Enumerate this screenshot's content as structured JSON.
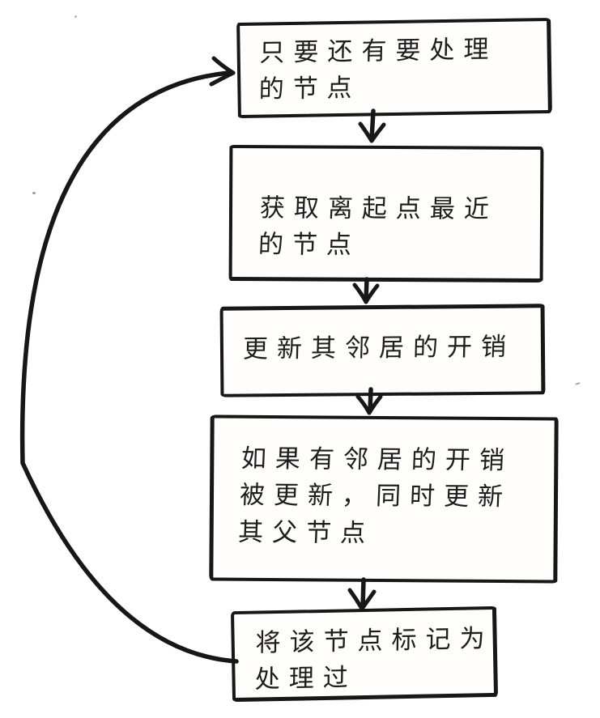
{
  "diagram": {
    "type": "flowchart",
    "style": "hand-drawn-sketch",
    "ink_color": "#171717",
    "paper_color": "#ffffff",
    "boxes": [
      {
        "id": "while-nodes-remain",
        "text": "只要还有要处理的节点",
        "lines": [
          "只要还有要处理",
          "的节点"
        ]
      },
      {
        "id": "get-closest-node",
        "text": "获取离起点最近的节点",
        "lines": [
          "获取离起点最近",
          "的节点"
        ]
      },
      {
        "id": "update-neighbor-costs",
        "text": "更新其邻居的开销",
        "lines": [
          "更新其邻居的开销"
        ]
      },
      {
        "id": "update-parent-node",
        "text": "如果有邻居的开销被更新，同时更新其父节点",
        "lines": [
          "如果有邻居的开销",
          "被更新，同时更新",
          "其父节点"
        ]
      },
      {
        "id": "mark-node-processed",
        "text": "将该节点标记为处理过",
        "lines": [
          "将该节点标记为",
          "处理过"
        ]
      }
    ],
    "edges": [
      {
        "from": "while-nodes-remain",
        "to": "get-closest-node",
        "kind": "arrow-down"
      },
      {
        "from": "get-closest-node",
        "to": "update-neighbor-costs",
        "kind": "arrow-down"
      },
      {
        "from": "update-neighbor-costs",
        "to": "update-parent-node",
        "kind": "arrow-down"
      },
      {
        "from": "update-parent-node",
        "to": "mark-node-processed",
        "kind": "arrow-down"
      },
      {
        "from": "mark-node-processed",
        "to": "while-nodes-remain",
        "kind": "loop-back-left-arc"
      }
    ]
  }
}
